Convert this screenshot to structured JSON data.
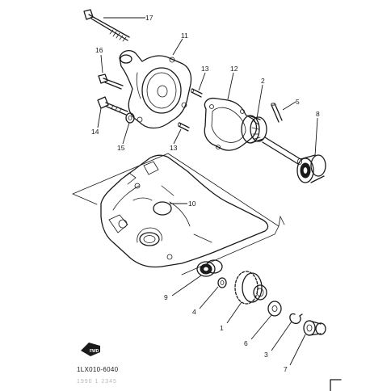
{
  "diagram": {
    "part_code": "1LX010-6040",
    "footer_faint": "1990 1 2345",
    "fwd_label": "FWD",
    "callouts": [
      "17",
      "11",
      "16",
      "13",
      "12",
      "2",
      "5",
      "8",
      "14",
      "15",
      "13",
      "10",
      "9",
      "4",
      "1",
      "6",
      "3",
      "7"
    ]
  }
}
